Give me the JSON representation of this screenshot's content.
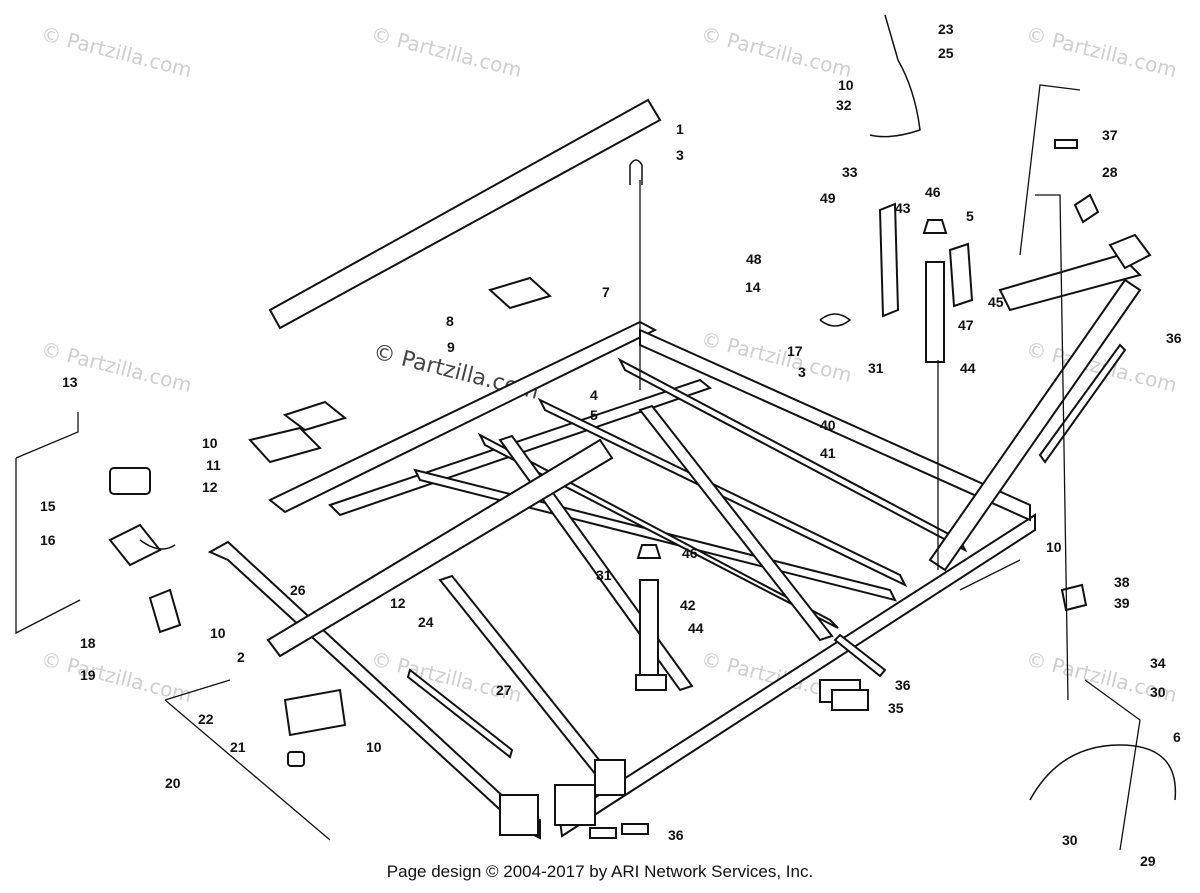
{
  "watermark": "© Partzilla.com",
  "watermark_center": "© Partzilla.com",
  "footer": "Page design © 2004-2017 by ARI Network Services, Inc.",
  "labels": {
    "l1": "1",
    "l2": "2",
    "l3a": "3",
    "l3b": "3",
    "l4": "4",
    "l5a": "5",
    "l5b": "5",
    "l6": "6",
    "l7": "7",
    "l8": "8",
    "l9": "9",
    "l10a": "10",
    "l10b": "10",
    "l10c": "10",
    "l10d": "10",
    "l10e": "10",
    "l11": "11",
    "l12a": "12",
    "l12b": "12",
    "l13": "13",
    "l14": "14",
    "l15": "15",
    "l16": "16",
    "l17": "17",
    "l18": "18",
    "l19": "19",
    "l20": "20",
    "l21": "21",
    "l22": "22",
    "l23": "23",
    "l24": "24",
    "l25": "25",
    "l26": "26",
    "l27": "27",
    "l28": "28",
    "l29": "29",
    "l30a": "30",
    "l30b": "30",
    "l31a": "31",
    "l31b": "31",
    "l32": "32",
    "l33": "33",
    "l34": "34",
    "l35": "35",
    "l36a": "36",
    "l36b": "36",
    "l36c": "36",
    "l37": "37",
    "l38": "38",
    "l39": "39",
    "l40": "40",
    "l41": "41",
    "l42": "42",
    "l43": "43",
    "l44a": "44",
    "l44b": "44",
    "l45": "45",
    "l46a": "46",
    "l46b": "46",
    "l47": "47",
    "l48": "48",
    "l49": "49"
  }
}
